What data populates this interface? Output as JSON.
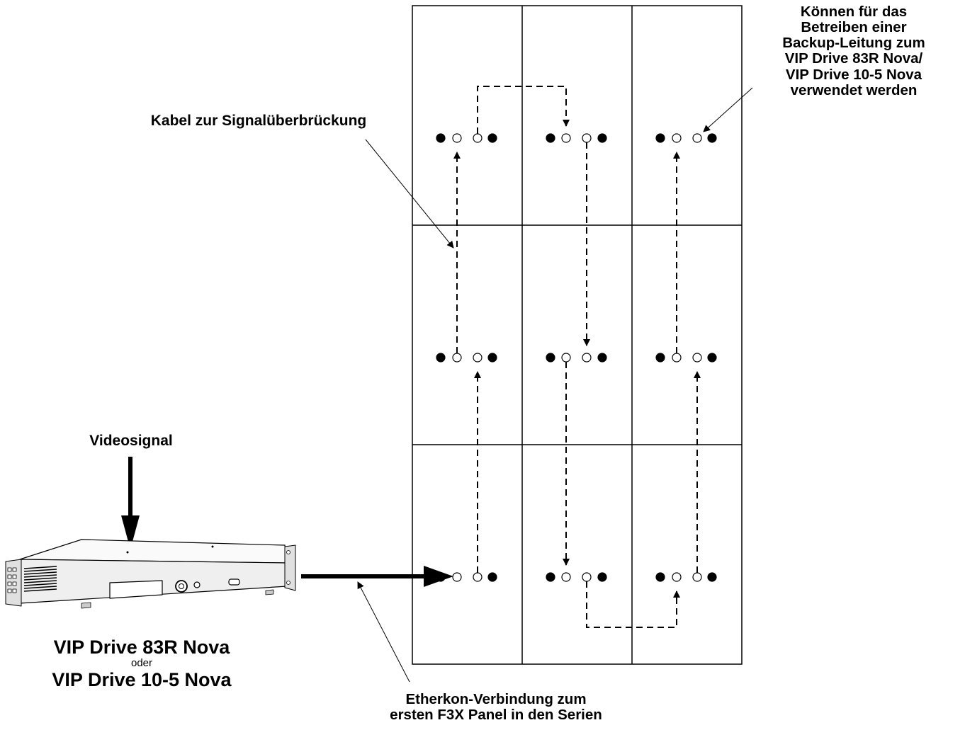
{
  "labels": {
    "signal_cable": "Kabel zur Signalüberbrückung",
    "backup_note": [
      "Können für das",
      "Betreiben einer",
      "Backup-Leitung zum",
      "VIP Drive 83R Nova/",
      "VIP Drive 10-5 Nova",
      "verwendet werden"
    ],
    "video_signal": "Videosignal",
    "device_primary": "VIP Drive 83R Nova",
    "device_or": "oder",
    "device_alt": "VIP Drive 10-5 Nova",
    "etherkon_note": [
      "Etherkon-Verbindung zum",
      "ersten F3X Panel in den Serien"
    ]
  },
  "grid": {
    "columns": 3,
    "rows": 3
  },
  "colors": {
    "line": "#000000",
    "background": "#ffffff",
    "device_body": "#f2f2f2"
  }
}
